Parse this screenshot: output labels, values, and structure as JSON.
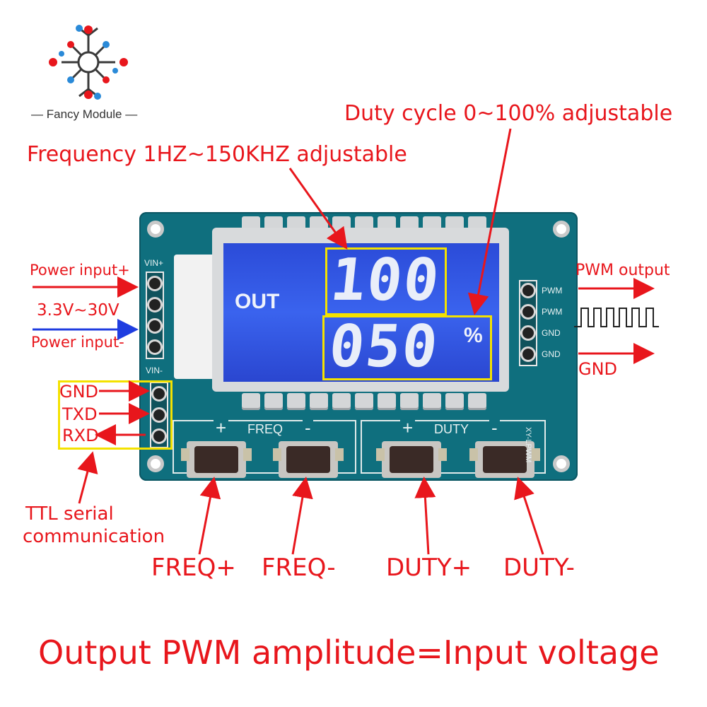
{
  "logo": {
    "text": "Fancy Module"
  },
  "labels": {
    "duty_cycle": "Duty cycle 0~100% adjustable",
    "frequency": "Frequency 1HZ~150KHZ adjustable",
    "power_plus": "Power input+",
    "voltage": "3.3V~30V",
    "power_minus": "Power input-",
    "gnd_left": "GND",
    "txd": "TXD",
    "rxd": "RXD",
    "ttl_1": "TTL serial",
    "ttl_2": "communication",
    "pwm_output": "PWM output",
    "gnd_right": "GND",
    "freq_plus": "FREQ+",
    "freq_minus": "FREQ-",
    "duty_plus": "DUTY+",
    "duty_minus": "DUTY-",
    "footer": "Output PWM amplitude=Input voltage"
  },
  "lcd": {
    "out": "OUT",
    "top_value": "100",
    "bottom_value": "050",
    "unit": "%"
  },
  "board": {
    "vin_plus": "VIN+",
    "vin_minus": "VIN-",
    "pins_right": [
      "PWM",
      "PWM",
      "GND",
      "GND"
    ],
    "freq_section": {
      "plus": "+",
      "label": "FREQ",
      "minus": "-"
    },
    "duty_section": {
      "plus": "+",
      "label": "DUTY",
      "minus": "-"
    },
    "model": "XY-LPWM"
  },
  "colors": {
    "label_red": "#e8161c",
    "pcb": "#0f6f7e",
    "lcd_blue": "#2f55e4",
    "highlight_yellow": "#f4e200",
    "arrow_blue": "#1f3de0"
  }
}
